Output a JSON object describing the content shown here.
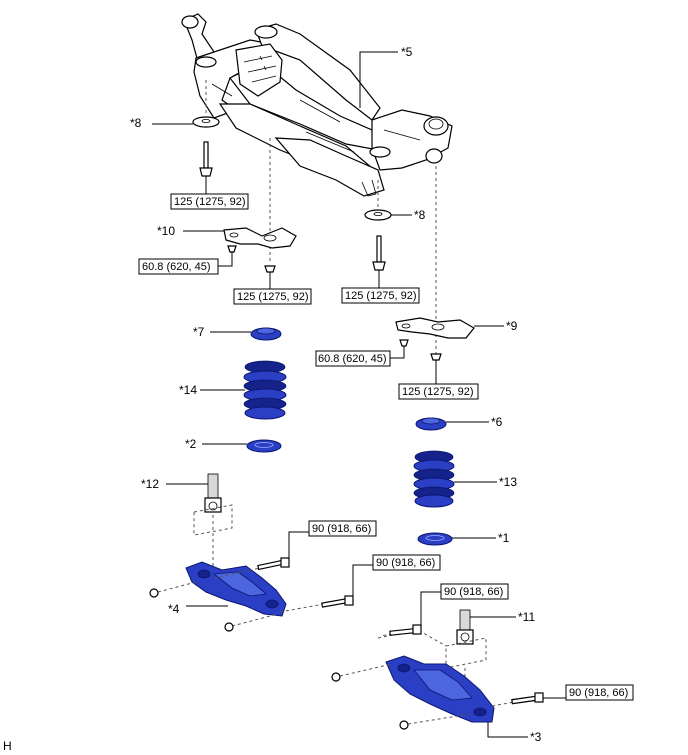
{
  "callouts": {
    "c1": "*1",
    "c2": "*2",
    "c3": "*3",
    "c4": "*4",
    "c5": "*5",
    "c6": "*6",
    "c7": "*7",
    "c8a": "*8",
    "c8b": "*8",
    "c9": "*9",
    "c10": "*10",
    "c11": "*11",
    "c12": "*12",
    "c13": "*13",
    "c14": "*14"
  },
  "torques": {
    "t1": "125 (1275, 92)",
    "t2": "60.8 (620, 45)",
    "t3": "125 (1275, 92)",
    "t4": "125 (1275, 92)",
    "t5": "60.8 (620, 45)",
    "t6": "125 (1275, 92)",
    "t7": "90 (918, 66)",
    "t8": "90 (918, 66)",
    "t9": "90 (918, 66)",
    "t10": "90 (918, 66)"
  },
  "corner_mark": "H",
  "colors": {
    "part_blue": "#2a3fc4",
    "part_blue_dark": "#14228a",
    "line": "#000000"
  }
}
